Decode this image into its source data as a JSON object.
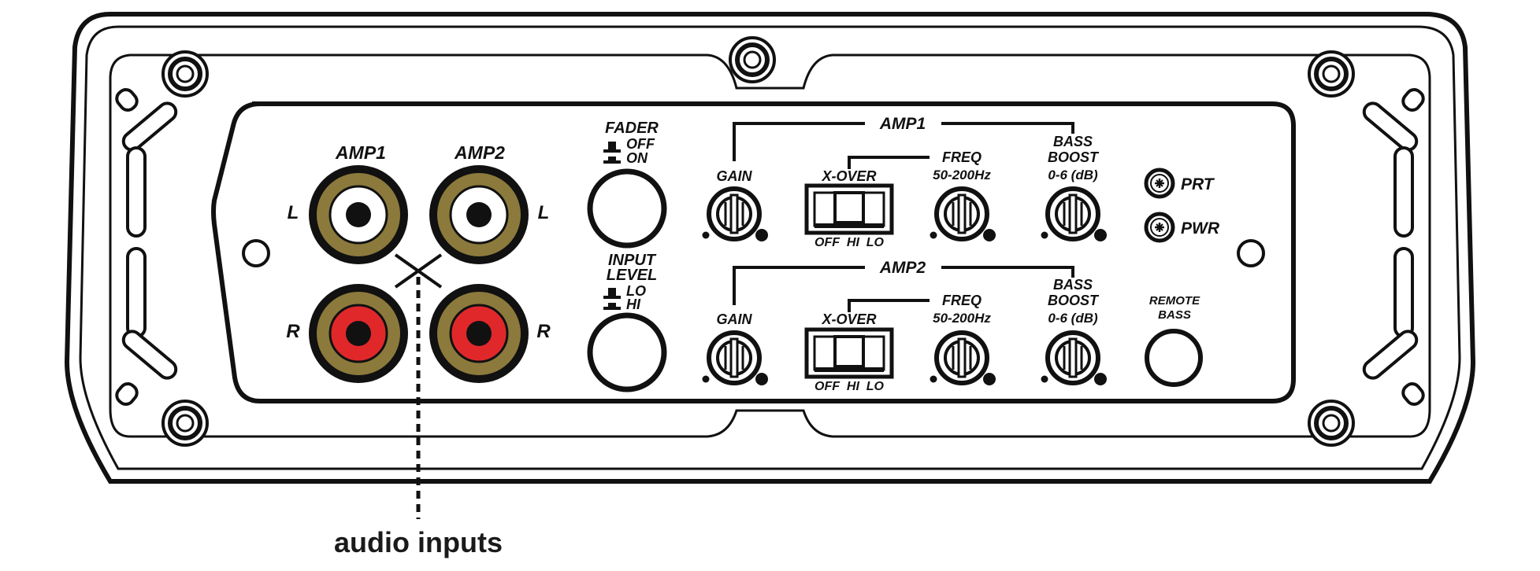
{
  "colors": {
    "outline": "#111111",
    "gold": "#8c7a3c",
    "red": "#e0282b",
    "white": "#ffffff"
  },
  "inputs": {
    "amp1_label": "AMP1",
    "amp2_label": "AMP2",
    "left_label": "L",
    "right_label": "R",
    "callout": "audio inputs"
  },
  "fader": {
    "title": "FADER",
    "off": "OFF",
    "on": "ON"
  },
  "input_level": {
    "title_line1": "INPUT",
    "title_line2": "LEVEL",
    "lo": "LO",
    "hi": "HI"
  },
  "amp1": {
    "title": "AMP1",
    "gain": "GAIN",
    "xover": "X-OVER",
    "xover_positions": "OFF  HI  LO",
    "freq_line1": "FREQ",
    "freq_line2": "50-200Hz",
    "bass_line1": "BASS",
    "bass_line2": "BOOST",
    "bass_line3": "0-6 (dB)"
  },
  "amp2": {
    "title": "AMP2",
    "gain": "GAIN",
    "xover": "X-OVER",
    "xover_positions": "OFF  HI  LO",
    "freq_line1": "FREQ",
    "freq_line2": "50-200Hz",
    "bass_line1": "BASS",
    "bass_line2": "BOOST",
    "bass_line3": "0-6 (dB)"
  },
  "indicators": {
    "prt": "PRT",
    "pwr": "PWR"
  },
  "remote_bass": {
    "line1": "REMOTE",
    "line2": "BASS"
  }
}
